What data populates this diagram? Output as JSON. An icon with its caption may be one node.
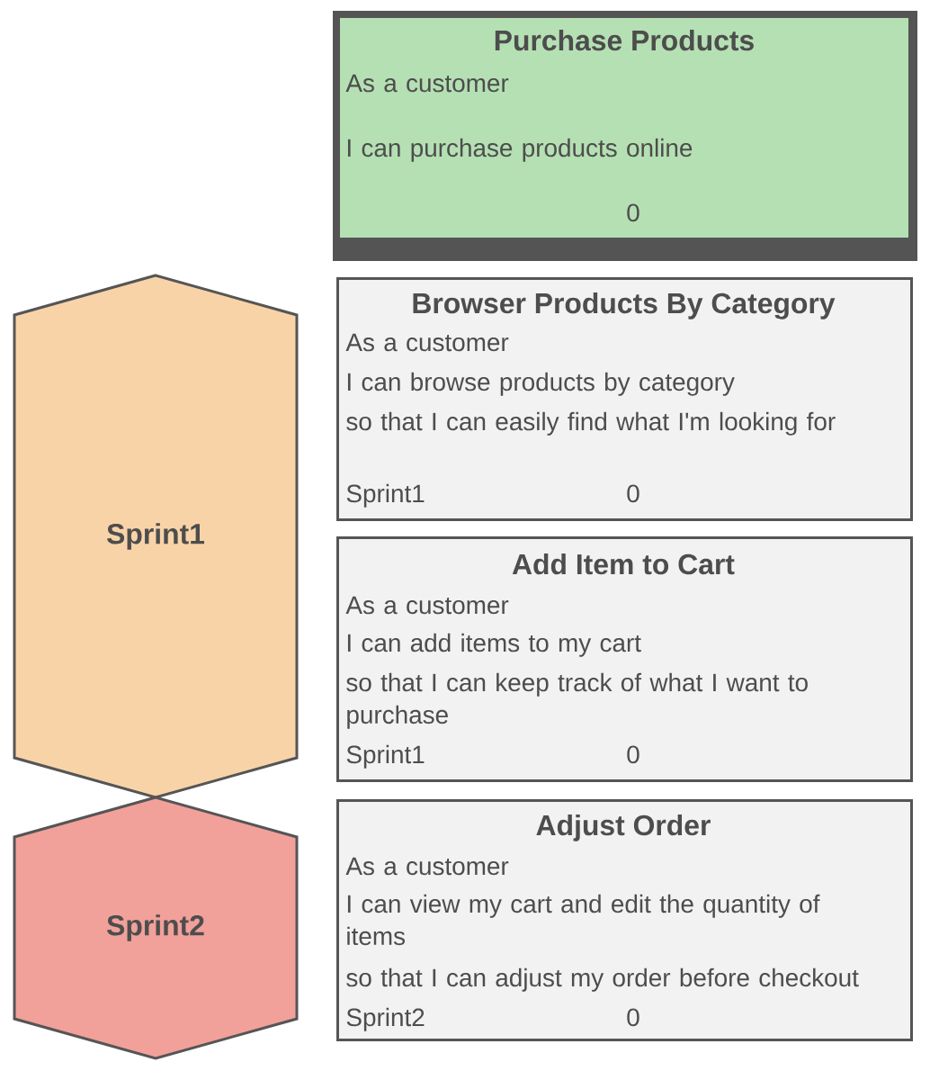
{
  "diagram": {
    "nodes": [
      {
        "text": [
          "Purchase Products",
          "As a customer",
          "I can purchase products online",
          "0"
        ]
      },
      {
        "text": [
          "Sprint1"
        ]
      },
      {
        "text": [
          "Browser Products By Category",
          "As a customer",
          "I can browse products by category",
          "so that I can easily find what I'm looking for",
          "Sprint1",
          "0"
        ]
      },
      {
        "text": [
          "Add Item to Cart",
          "As a customer",
          "I can add items to my cart",
          "so that I can keep track of what I want to purchase",
          "Sprint1",
          "0"
        ]
      },
      {
        "text": [
          "Sprint2"
        ]
      },
      {
        "text": [
          "Adjust Order",
          "As a customer",
          "I can view my cart and edit the quantity of items",
          "so that I can adjust my order before checkout",
          "Sprint2",
          "0"
        ]
      }
    ]
  }
}
